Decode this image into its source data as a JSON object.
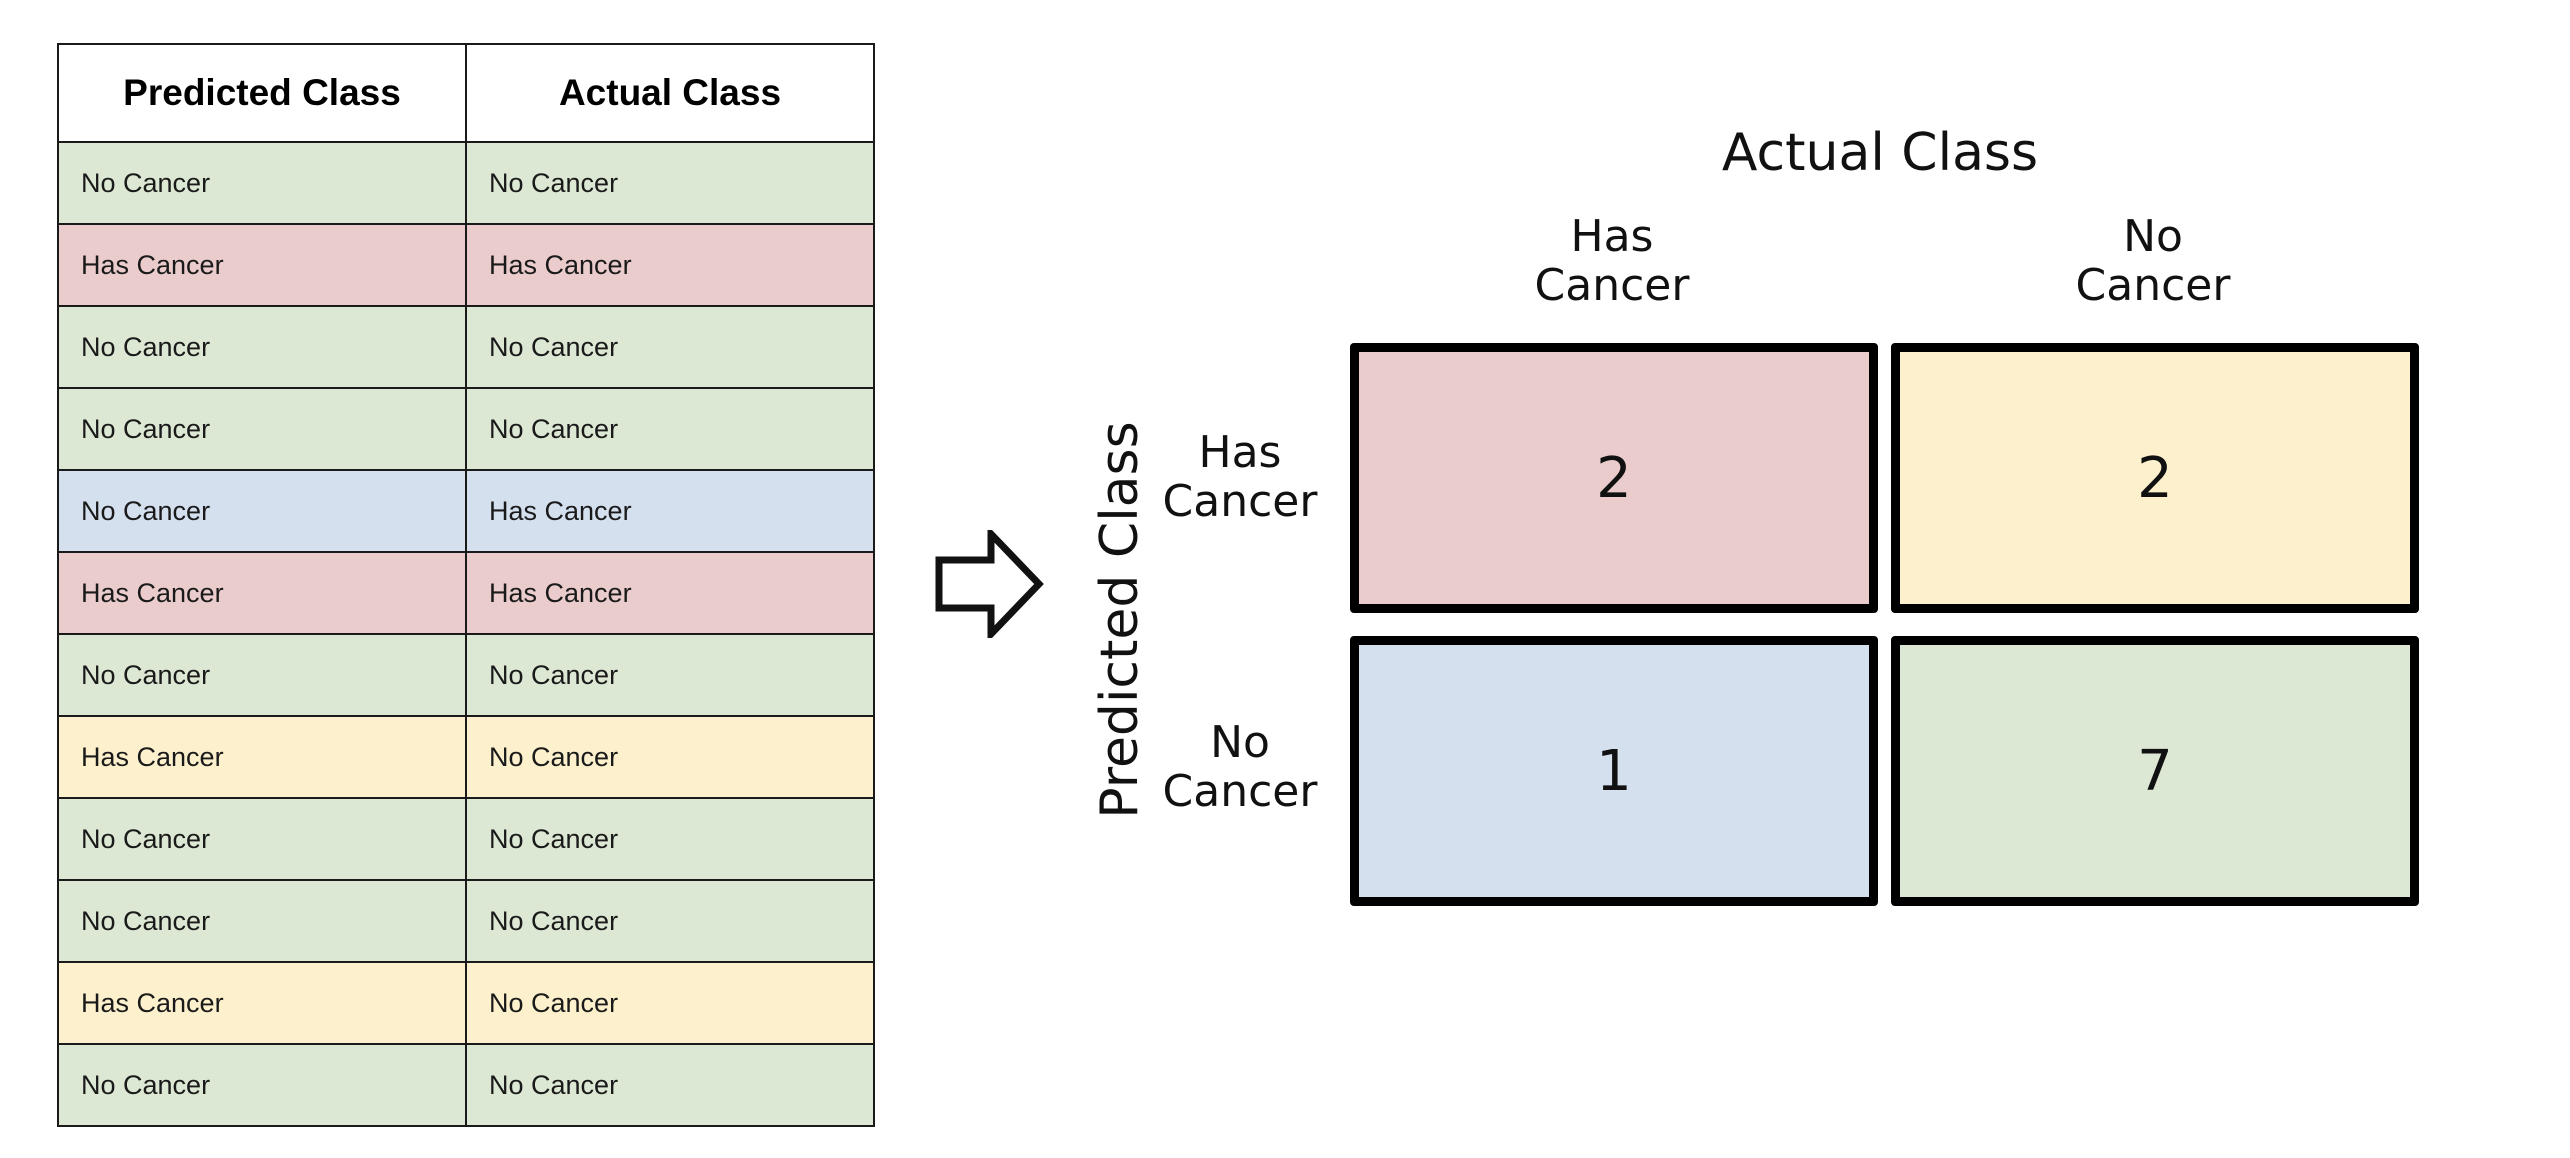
{
  "colors": {
    "true_positive": "#ebcccc",
    "false_positive": "#fdf1cd",
    "false_negative": "#d5e0ef",
    "true_negative": "#dce8d4"
  },
  "table": {
    "headers": [
      "Predicted Class",
      "Actual Class"
    ],
    "rows": [
      {
        "predicted": "No Cancer",
        "actual": "No Cancer",
        "color": "#dce8d4"
      },
      {
        "predicted": "Has Cancer",
        "actual": "Has Cancer",
        "color": "#ebcccc"
      },
      {
        "predicted": "No Cancer",
        "actual": "No Cancer",
        "color": "#dce8d4"
      },
      {
        "predicted": "No Cancer",
        "actual": "No Cancer",
        "color": "#dce8d4"
      },
      {
        "predicted": "No Cancer",
        "actual": "Has Cancer",
        "color": "#d5e0ef"
      },
      {
        "predicted": "Has Cancer",
        "actual": "Has Cancer",
        "color": "#ebcccc"
      },
      {
        "predicted": "No Cancer",
        "actual": "No Cancer",
        "color": "#dce8d4"
      },
      {
        "predicted": "Has Cancer",
        "actual": "No Cancer",
        "color": "#fdf1cd"
      },
      {
        "predicted": "No Cancer",
        "actual": "No Cancer",
        "color": "#dce8d4"
      },
      {
        "predicted": "No Cancer",
        "actual": "No Cancer",
        "color": "#dce8d4"
      },
      {
        "predicted": "Has Cancer",
        "actual": "No Cancer",
        "color": "#fdf1cd"
      },
      {
        "predicted": "No Cancer",
        "actual": "No Cancer",
        "color": "#dce8d4"
      }
    ]
  },
  "arrow": {
    "icon": "right-arrow-outline-icon"
  },
  "matrix": {
    "actual_title": "Actual Class",
    "predicted_title": "Predicted Class",
    "col_labels": [
      "Has\nCancer",
      "No\nCancer"
    ],
    "row_labels": [
      "Has\nCancer",
      "No\nCancer"
    ],
    "cells": {
      "has_has": "2",
      "has_no": "2",
      "no_has": "1",
      "no_no": "7"
    }
  }
}
